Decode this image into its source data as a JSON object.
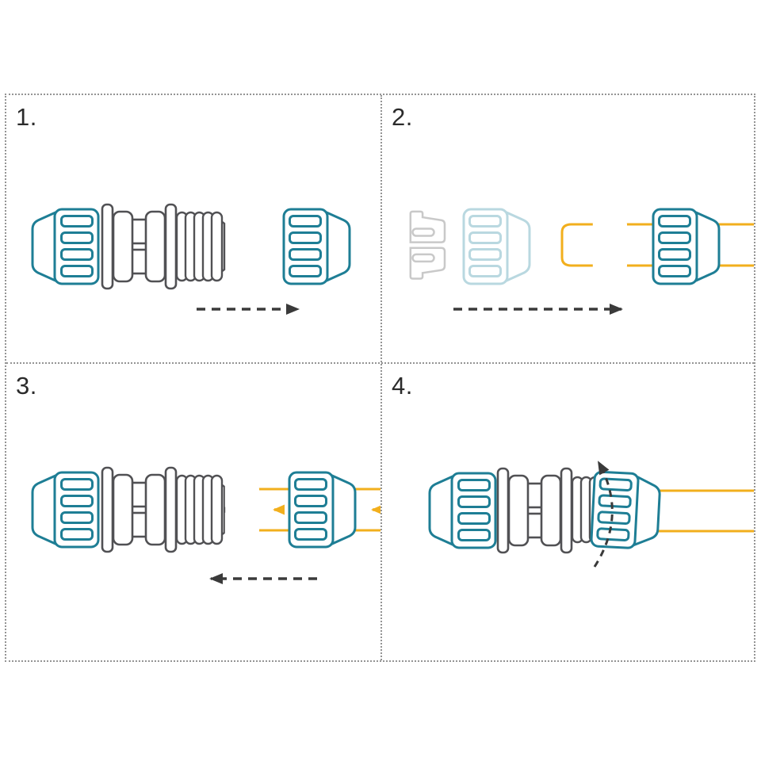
{
  "diagram": {
    "type": "assembly-instructions",
    "subject": "compression-pipe-fitting",
    "steps": [
      {
        "label": "1.",
        "motion": "slide nut and grip ring toward fitting (arrow right)"
      },
      {
        "label": "2.",
        "motion": "nut and grip ring moved onto pipe (arrow right)"
      },
      {
        "label": "3.",
        "motion": "insert pipe into fitting body (arrows left)"
      },
      {
        "label": "4.",
        "motion": "tighten nut (rotation arc)"
      }
    ]
  },
  "colors": {
    "teal": "#1e7e95",
    "teal_ghost": "#b9d8e0",
    "grey_body": "#515154",
    "grey_collet": "#7d7d7f",
    "grey_ghost": "#c9c9c9",
    "yellow": "#f2af1d",
    "ink": "#3a3a3a",
    "label": "#2b2b2b",
    "border": "#949494"
  }
}
